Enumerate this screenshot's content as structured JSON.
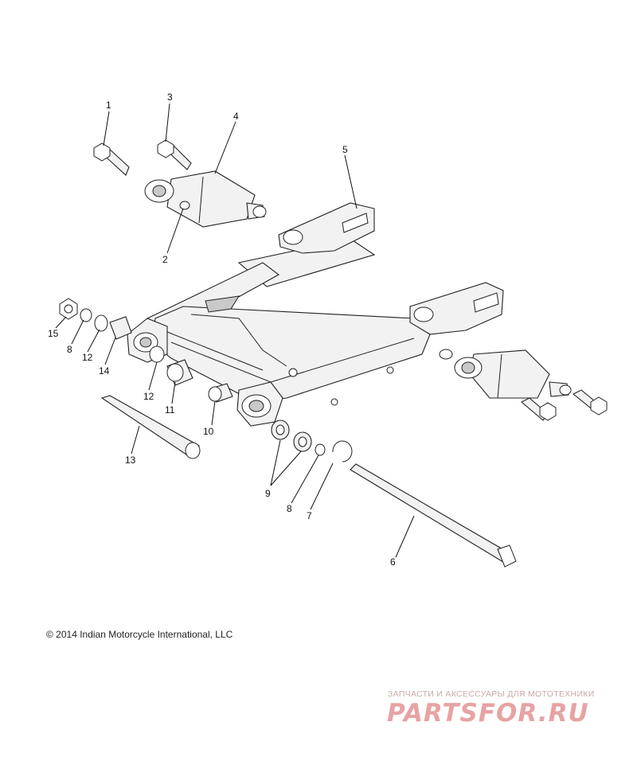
{
  "diagram": {
    "callouts": [
      {
        "id": "1",
        "label": "1"
      },
      {
        "id": "2",
        "label": "2"
      },
      {
        "id": "3",
        "label": "3"
      },
      {
        "id": "4",
        "label": "4"
      },
      {
        "id": "5",
        "label": "5"
      },
      {
        "id": "6",
        "label": "6"
      },
      {
        "id": "7",
        "label": "7"
      },
      {
        "id": "8a",
        "label": "8"
      },
      {
        "id": "8b",
        "label": "8"
      },
      {
        "id": "9",
        "label": "9"
      },
      {
        "id": "10",
        "label": "10"
      },
      {
        "id": "11",
        "label": "11"
      },
      {
        "id": "12a",
        "label": "12"
      },
      {
        "id": "12b",
        "label": "12"
      },
      {
        "id": "13",
        "label": "13"
      },
      {
        "id": "14",
        "label": "14"
      },
      {
        "id": "15",
        "label": "15"
      }
    ]
  },
  "copyright": "© 2014 Indian Motorcycle International, LLC",
  "watermark": {
    "tagline": "ЗАПЧАСТИ И АКСЕССУАРЫ ДЛЯ МОТОТЕХНИКИ",
    "logo": "PARTSFOR.RU"
  }
}
